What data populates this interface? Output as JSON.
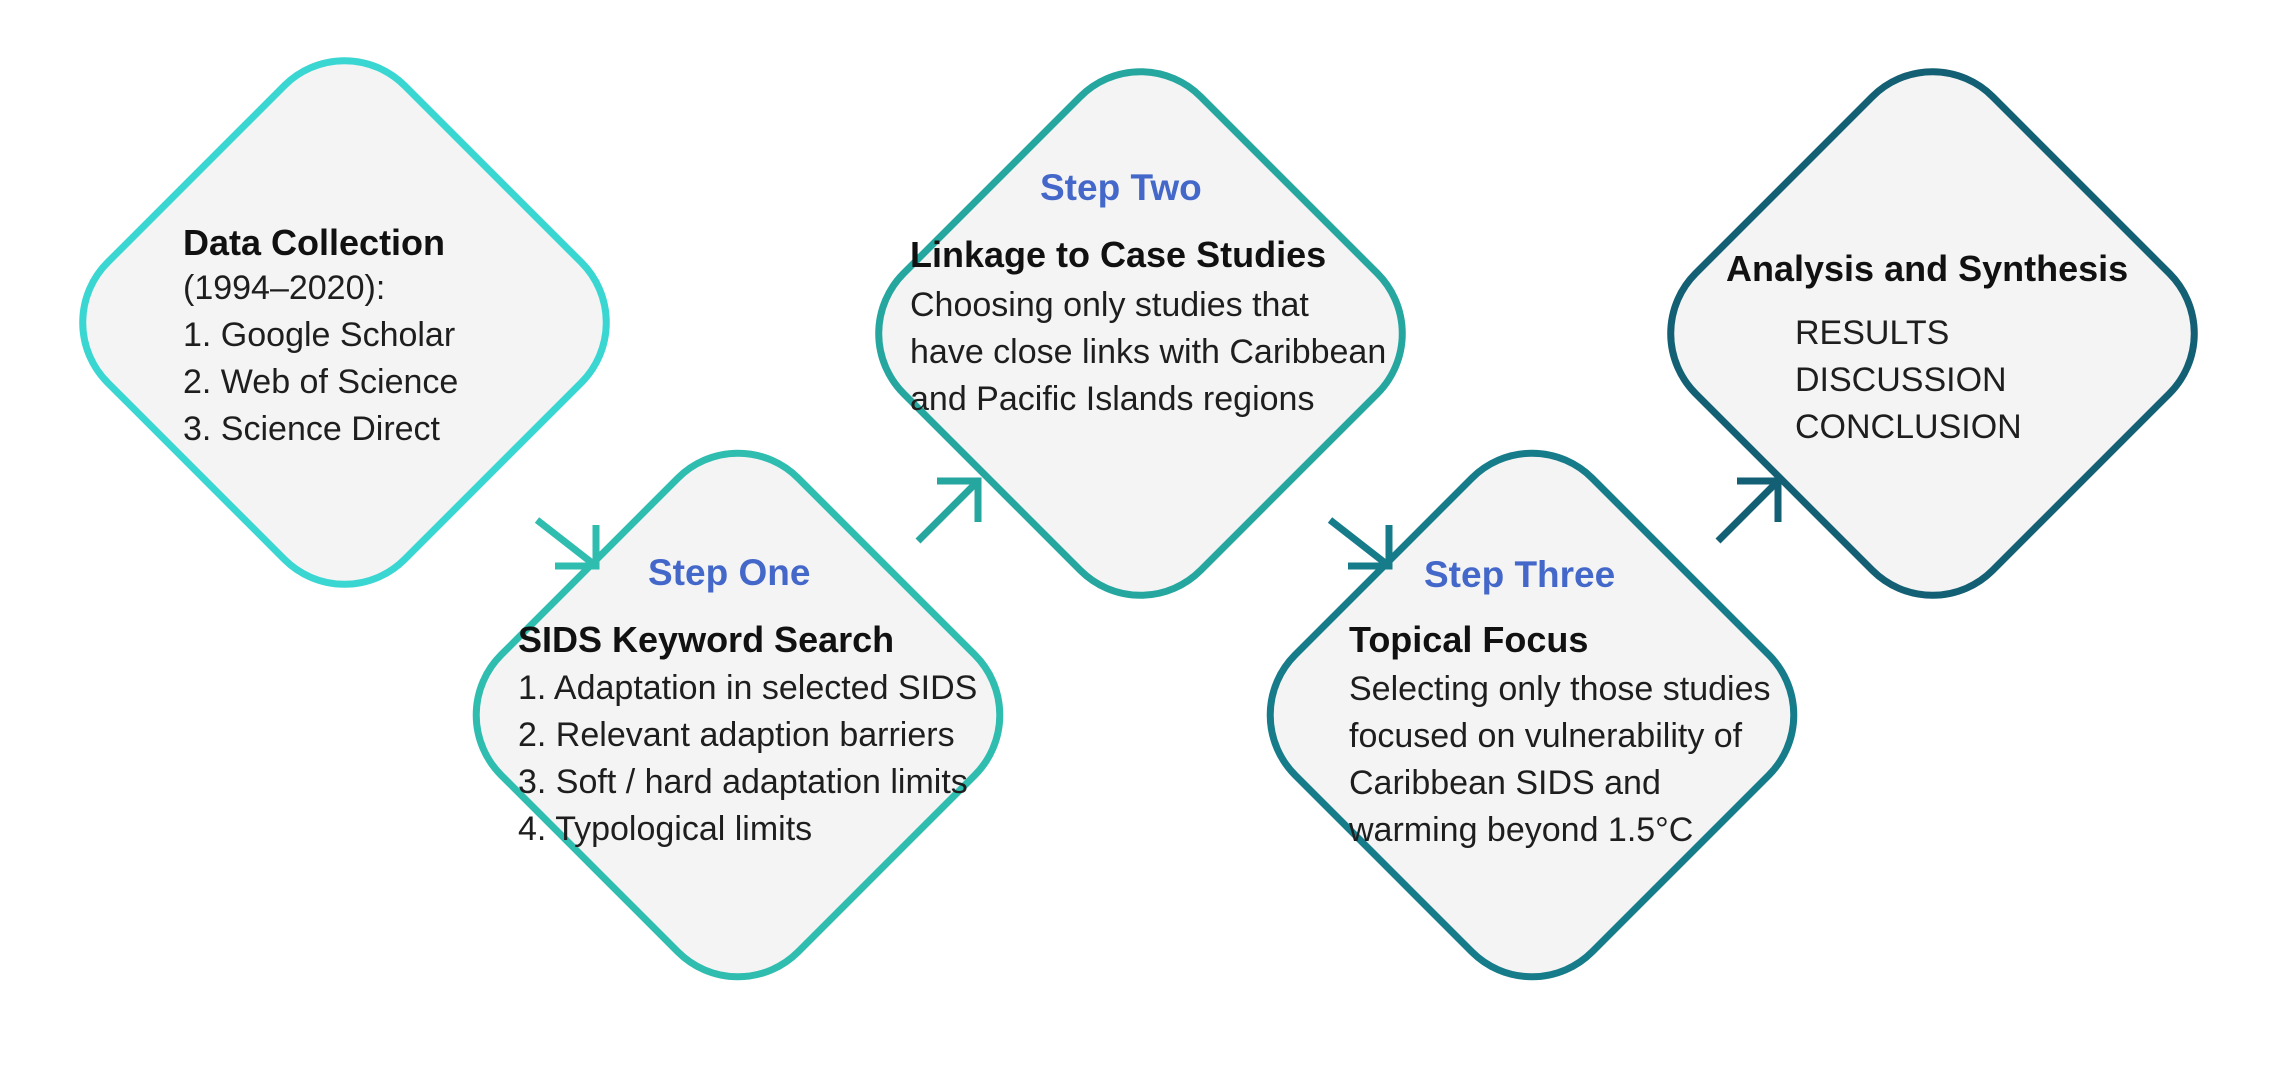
{
  "colors": {
    "box_fill": "#f4f4f4",
    "data_collection": "#3ad6d2",
    "step_one": "#2fbdb0",
    "step_two": "#25a7a0",
    "step_three": "#177c8a",
    "analysis": "#135f74",
    "step_label": "#4468c9"
  },
  "data_collection": {
    "title": "Data Collection",
    "lines": [
      "(1994–2020):",
      "1. Google Scholar",
      "2. Web of Science",
      "3. Science Direct"
    ]
  },
  "step_one": {
    "step": "Step One",
    "title": "SIDS Keyword Search",
    "lines": [
      "1. Adaptation in selected SIDS",
      "2. Relevant adaption barriers",
      "3. Soft / hard adaptation limits",
      "4. Typological limits"
    ]
  },
  "step_two": {
    "step": "Step Two",
    "title": "Linkage to Case Studies",
    "lines": [
      "Choosing only studies that",
      "have close links with Caribbean",
      "and Pacific Islands regions"
    ]
  },
  "step_three": {
    "step": "Step Three",
    "title": "Topical Focus",
    "lines": [
      "Selecting only those studies",
      "focused on vulnerability of",
      "Caribbean SIDS and",
      "warming beyond 1.5°C"
    ]
  },
  "analysis": {
    "title": "Analysis and Synthesis",
    "lines": [
      "RESULTS",
      "DISCUSSION",
      "CONCLUSION"
    ]
  }
}
